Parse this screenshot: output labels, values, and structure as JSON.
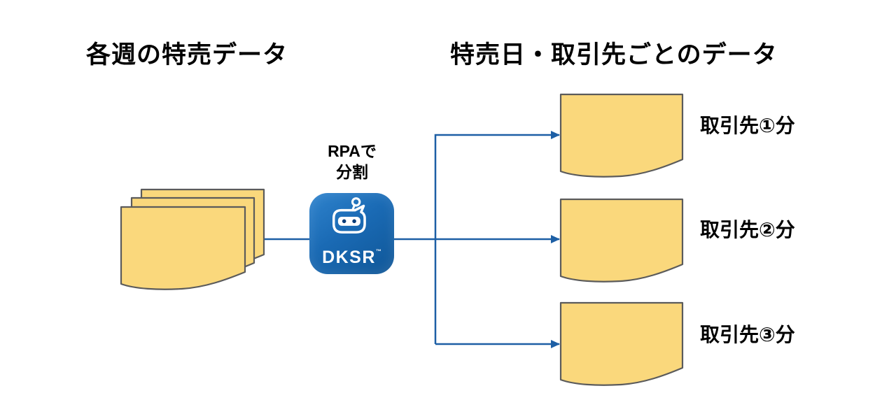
{
  "titles": {
    "left": "各週の特売データ",
    "right": "特売日・取引先ごとのデータ"
  },
  "process_label": {
    "line1": "RPAで",
    "line2": "分割"
  },
  "icon": {
    "label": "DKSR",
    "trademark": "™"
  },
  "outputs": [
    {
      "label": "取引先①分"
    },
    {
      "label": "取引先②分"
    },
    {
      "label": "取引先③分"
    }
  ],
  "colors": {
    "document_fill": "#FAD87C",
    "document_border": "#5B5B5B",
    "connector_line": "#1D5FA5",
    "icon_blue_start": "#2F83CD",
    "icon_blue_end": "#0F5697",
    "robot_eye": "#0A3D7A"
  }
}
